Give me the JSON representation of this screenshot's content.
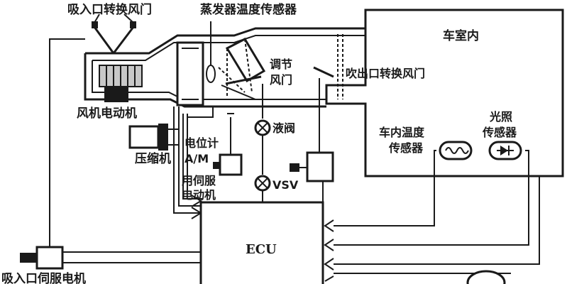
{
  "labels": {
    "intake_damper": "吸入口转换风门",
    "evaporator_sensor": "蒸发器温度传感器",
    "cabin": "车室内",
    "blend_door_line1": "调节",
    "blend_door_line2": "风门",
    "outlet_damper": "吹出口转换风门",
    "blower_motor": "风机电动机",
    "liquid_valve": "液阀",
    "cabin_temp_line1": "车内温度",
    "cabin_temp_line2": "传感器",
    "sun_line1": "光照",
    "sun_line2": "传感器",
    "compressor": "压缩机",
    "potentiometer_line1": "电位计",
    "potentiometer_line2": "A/M",
    "servo_line1": "用伺服",
    "servo_line2": "电动机",
    "vsv": "VSV",
    "ecu": "ECU",
    "intake_servo": "吸入口伺服电机"
  }
}
